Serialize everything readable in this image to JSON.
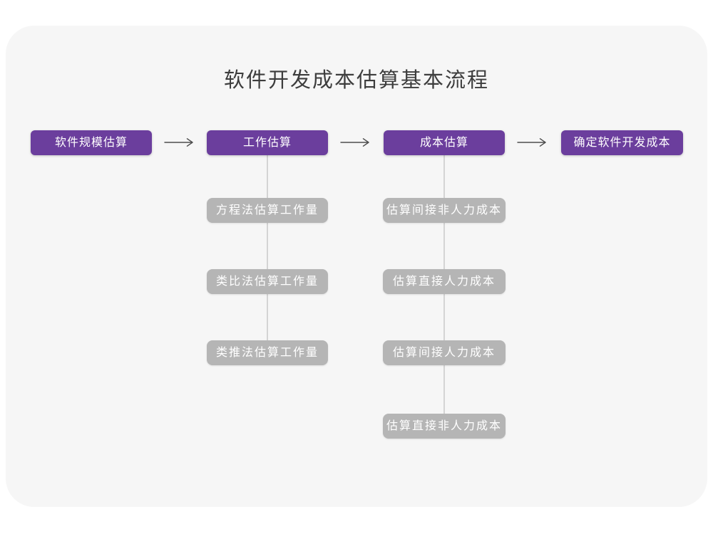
{
  "title": "软件开发成本估算基本流程",
  "colors": {
    "canvas_bg": "#ffffff",
    "card_bg": "#f6f6f6",
    "primary_box": "#6b3e9d",
    "primary_text": "#ffffff",
    "secondary_box": "#b5b5b5",
    "secondary_text": "#ffffff",
    "connector": "#d4d4d4",
    "arrow": "#4d4d4d",
    "title_text": "#3d3d3d"
  },
  "main_steps": [
    {
      "label": "软件规模估算"
    },
    {
      "label": "工作估算"
    },
    {
      "label": "成本估算"
    },
    {
      "label": "确定软件开发成本"
    }
  ],
  "work_estimation_methods": [
    {
      "label": "方程法估算工作量"
    },
    {
      "label": "类比法估算工作量"
    },
    {
      "label": "类推法估算工作量"
    }
  ],
  "cost_estimation_items": [
    {
      "label": "估算间接非人力成本"
    },
    {
      "label": "估算直接人力成本"
    },
    {
      "label": "估算间接人力成本"
    },
    {
      "label": "估算直接非人力成本"
    }
  ]
}
